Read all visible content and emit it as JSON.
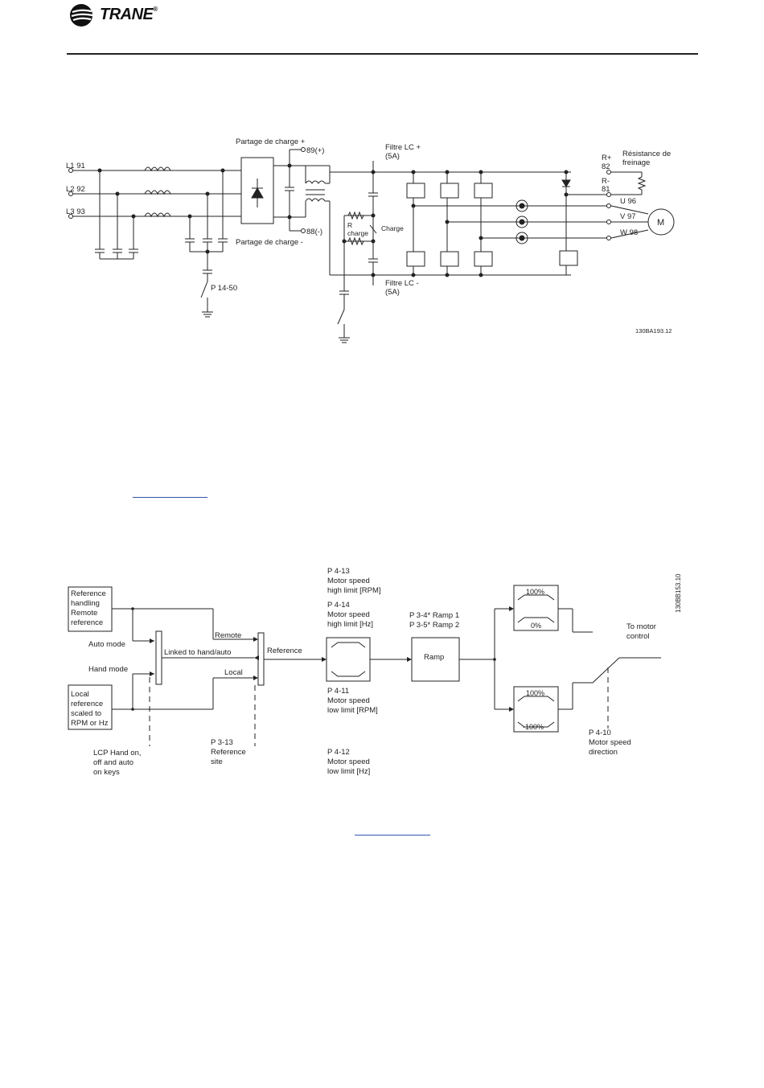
{
  "header": {
    "brand": "TRANE",
    "brand_mark": "®"
  },
  "circuit_diagram": {
    "inputs": [
      "L1 91",
      "L2 92",
      "L3 93"
    ],
    "load_sharing_plus": "Partage de charge +",
    "terminal_89": "89(+)",
    "terminal_88": "88(-)",
    "load_sharing_minus": "Partage de charge -",
    "lc_filter_plus": "Filtre LC +",
    "lc_filter_plus_rating": "(5A)",
    "lc_filter_minus": "Filtre LC -",
    "lc_filter_minus_rating": "(5A)",
    "r_charge_1": "R",
    "r_charge_2": "charge",
    "charge": "Charge",
    "brake_resistor_1": "Résistance de",
    "brake_resistor_2": "freinage",
    "r_plus": "R+",
    "r_plus_num": "82",
    "r_minus": "R-",
    "r_minus_num": "81",
    "outputs": [
      "U 96",
      "V 97",
      "W 98"
    ],
    "motor": "M",
    "param": "P 14-50",
    "figure_id": "130BA193.12"
  },
  "control_diagram": {
    "ref_remote": [
      "Reference",
      "handling",
      "Remote",
      "reference"
    ],
    "auto_mode": "Auto mode",
    "hand_mode": "Hand mode",
    "ref_local": [
      "Local",
      "reference",
      "scaled to",
      "RPM or Hz"
    ],
    "linked": "Linked to hand/auto",
    "remote": "Remote",
    "local": "Local",
    "reference": "Reference",
    "lcp_keys": [
      "LCP Hand on,",
      "off and auto",
      "on keys"
    ],
    "p313": [
      "P 3-13",
      "Reference",
      "site"
    ],
    "p413": [
      "P 4-13",
      "Motor speed",
      "high limit [RPM]"
    ],
    "p414": [
      "P 4-14",
      "Motor speed",
      "high limit [Hz]"
    ],
    "p411": [
      "P 4-11",
      "Motor speed",
      "low limit [RPM]"
    ],
    "p412": [
      "P 4-12",
      "Motor speed",
      "low limit [Hz]"
    ],
    "ramps": [
      "P 3-4* Ramp 1",
      "P 3-5* Ramp 2"
    ],
    "ramp_box": "Ramp",
    "box1_top": "100%",
    "box1_bottom": "0%",
    "box2_top": "100%",
    "box2_bottom": "-100%",
    "to_motor": [
      "To motor",
      "control"
    ],
    "p410": [
      "P 4-10",
      "Motor speed",
      "direction"
    ],
    "figure_id": "130BB153.10"
  }
}
